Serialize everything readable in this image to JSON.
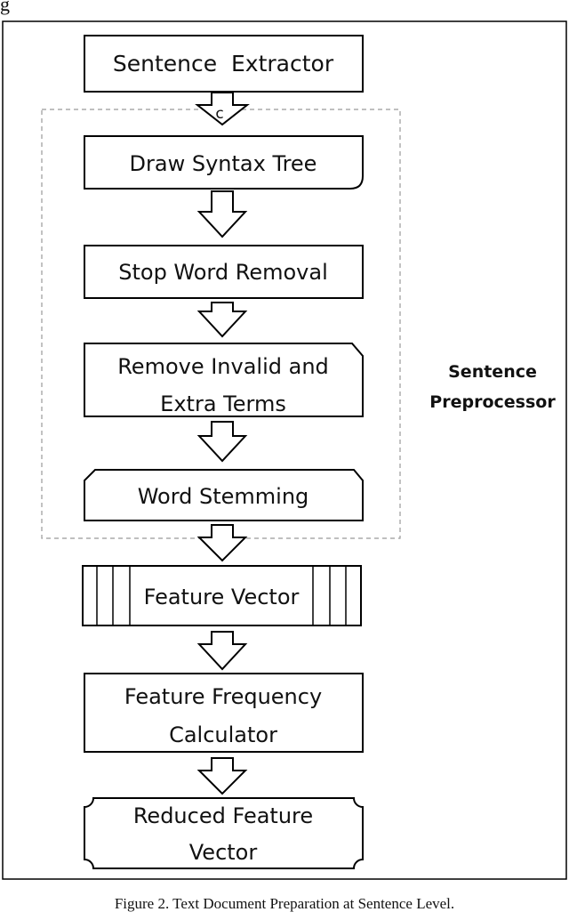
{
  "top_fragment": "g",
  "nodes": {
    "sentence_extractor": "Sentence  Extractor",
    "c_marker": "c",
    "draw_syntax_tree": "Draw Syntax Tree",
    "stop_word_removal": "Stop Word Removal",
    "remove_invalid_1": "Remove Invalid and",
    "remove_invalid_2": "Extra Terms",
    "word_stemming": "Word Stemming",
    "feature_vector": "Feature Vector",
    "feature_frequency_1": "Feature Frequency",
    "feature_frequency_2": "Calculator",
    "reduced_feature_1": "Reduced Feature",
    "reduced_feature_2": "Vector"
  },
  "group": {
    "label_1": "Sentence",
    "label_2": "Preprocessor"
  },
  "caption": "Figure 2. Text Document Preparation at Sentence Level."
}
